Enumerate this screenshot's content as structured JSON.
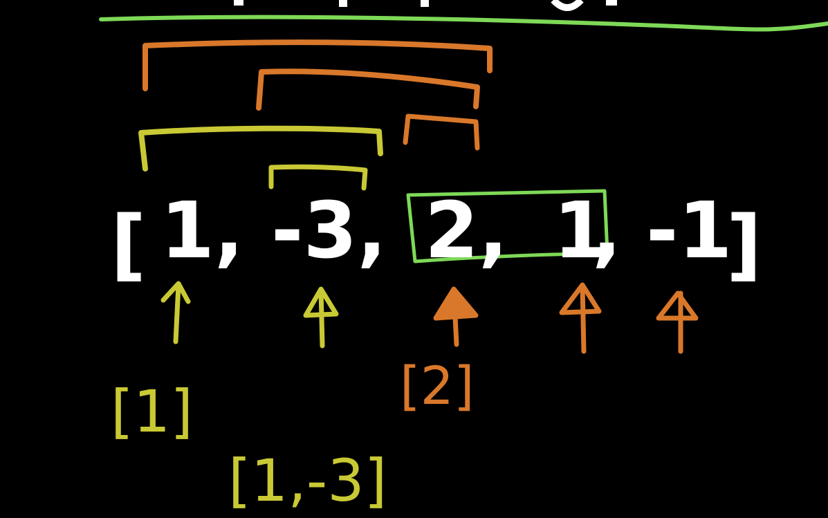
{
  "array": {
    "open_bracket": "[",
    "close_bracket": "]",
    "elements": [
      "1,",
      "-3,",
      "2,",
      "1",
      ",",
      "-1"
    ]
  },
  "annotations": {
    "subarray_1": "[1]",
    "subarray_2": "[1,-3]",
    "subarray_3": "[2]"
  },
  "colors": {
    "background": "#000000",
    "text": "#ffffff",
    "yellow": "#c9c935",
    "orange": "#d9782a",
    "green": "#7ed957"
  }
}
